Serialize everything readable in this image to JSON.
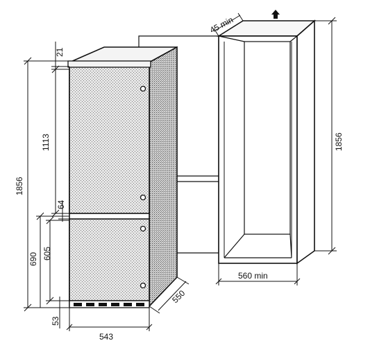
{
  "dimensions": {
    "top_gap": "21",
    "overall_height": "1856",
    "upper_door_height": "1113",
    "door_gap": "64",
    "lower_section_height": "690",
    "lower_door_height": "605",
    "base_height": "53",
    "appliance_width": "543",
    "appliance_depth": "550",
    "niche_width": "560 min",
    "niche_depth": "45 min",
    "niche_height": "1856"
  },
  "icons": {
    "top_marker": "up-arrow-house-icon"
  },
  "colors": {
    "line": "#111111",
    "door_fill": "#d8d8d8",
    "side_fill": "#bdbdbd",
    "top_fill": "#f2f2f2"
  }
}
